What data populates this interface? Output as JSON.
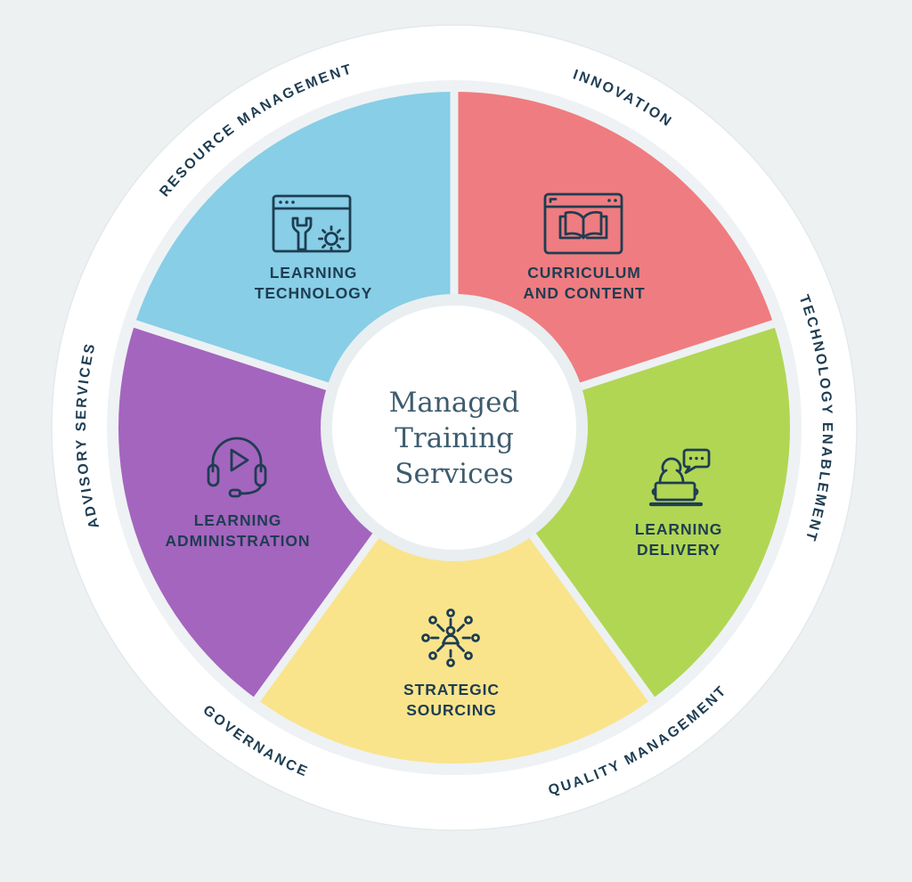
{
  "title": {
    "line1": "Managed",
    "line2": "Training",
    "line3": "Services"
  },
  "segments": [
    {
      "id": "learning-technology",
      "label_line1": "LEARNING",
      "label_line2": "TECHNOLOGY",
      "color": "#87ceE6",
      "icon": "browser-wrench-gear-icon"
    },
    {
      "id": "curriculum-and-content",
      "label_line1": "CURRICULUM",
      "label_line2": "AND CONTENT",
      "color": "#ef7c80",
      "icon": "browser-open-book-icon"
    },
    {
      "id": "learning-delivery",
      "label_line1": "LEARNING",
      "label_line2": "DELIVERY",
      "color": "#b1d654",
      "icon": "person-laptop-chat-icon"
    },
    {
      "id": "strategic-sourcing",
      "label_line1": "STRATEGIC",
      "label_line2": "SOURCING",
      "color": "#f9e48b",
      "icon": "person-network-icon"
    },
    {
      "id": "learning-administration",
      "label_line1": "LEARNING",
      "label_line2": "ADMINISTRATION",
      "color": "#a465be",
      "icon": "headset-play-icon"
    }
  ],
  "ring_labels": [
    {
      "text": "RESOURCE MANAGEMENT",
      "position": "top-left"
    },
    {
      "text": "INNOVATION",
      "position": "top-right"
    },
    {
      "text": "TECHNOLOGY ENABLEMENT",
      "position": "right"
    },
    {
      "text": "QUALITY MANAGEMENT",
      "position": "bottom-right"
    },
    {
      "text": "GOVERNANCE",
      "position": "bottom-left"
    },
    {
      "text": "ADVISORY SERVICES",
      "position": "left"
    }
  ],
  "colors": {
    "background": "#edf1f2",
    "ring_white": "#ffffff",
    "ring_edge": "#e3e9ec",
    "plate": "#eef2f4",
    "separator": "#edf1f3",
    "center_ring": "#e9eef1",
    "center_fill": "#ffffff",
    "navy": "#1e3d52",
    "center_text": "#3e5c6e"
  }
}
